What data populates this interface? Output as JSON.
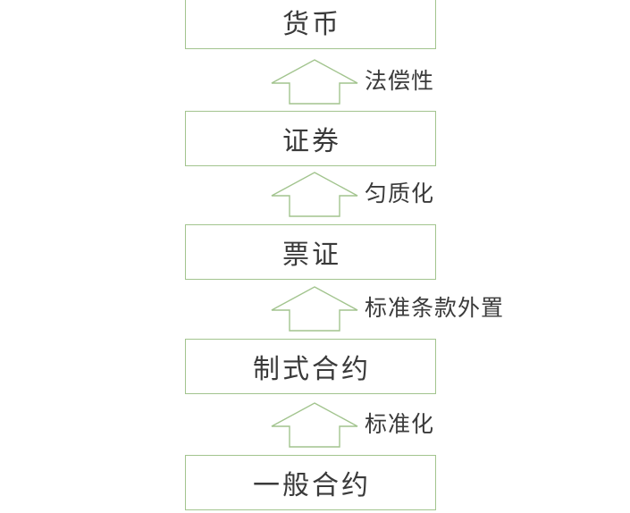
{
  "colors": {
    "background": "#ffffff",
    "box_border": "#a2c48e",
    "arrow_outline": "#a2c48e",
    "text": "#3a3a3a"
  },
  "boxes": [
    {
      "label": "货币"
    },
    {
      "label": "证券"
    },
    {
      "label": "票证"
    },
    {
      "label": "制式合约"
    },
    {
      "label": "一般合约"
    }
  ],
  "arrows": [
    {
      "label": "法偿性"
    },
    {
      "label": "匀质化"
    },
    {
      "label": "标准条款外置"
    },
    {
      "label": "标准化"
    }
  ]
}
